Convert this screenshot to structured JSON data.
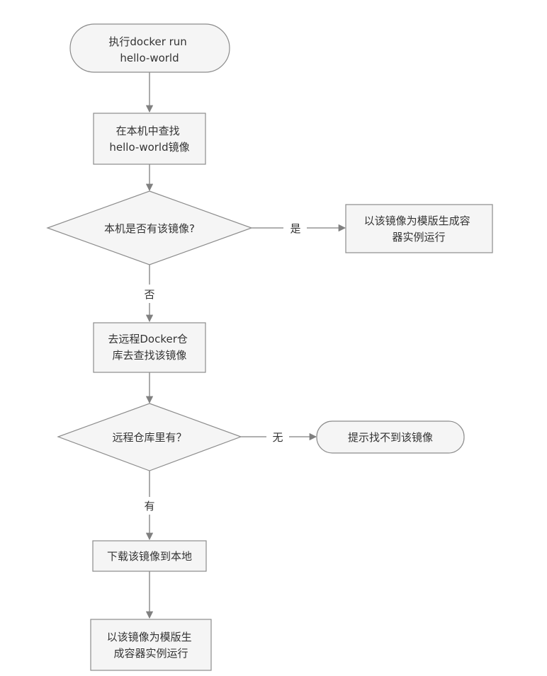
{
  "diagram": {
    "nodes": {
      "start": {
        "lines": [
          "执行docker run",
          "hello-world"
        ]
      },
      "search_local": {
        "lines": [
          "在本机中查找",
          "hello-world镜像"
        ]
      },
      "has_local": {
        "lines": [
          "本机是否有该镜像?"
        ]
      },
      "run_local": {
        "lines": [
          "以该镜像为模版生成容",
          "器实例运行"
        ]
      },
      "search_remote": {
        "lines": [
          "去远程Docker仓",
          "库去查找该镜像"
        ]
      },
      "has_remote": {
        "lines": [
          "远程仓库里有？"
        ]
      },
      "not_found": {
        "lines": [
          "提示找不到该镜像"
        ]
      },
      "download": {
        "lines": [
          "下载该镜像到本地"
        ]
      },
      "run_downloaded": {
        "lines": [
          "以该镜像为模版生",
          "成容器实例运行"
        ]
      }
    },
    "edge_labels": {
      "local_yes": "是",
      "local_no": "否",
      "remote_no": "无",
      "remote_yes": "有"
    },
    "colors": {
      "node_fill": "#f5f5f5",
      "node_stroke": "#8c8c8c",
      "edge": "#808080",
      "text": "#333333"
    }
  }
}
